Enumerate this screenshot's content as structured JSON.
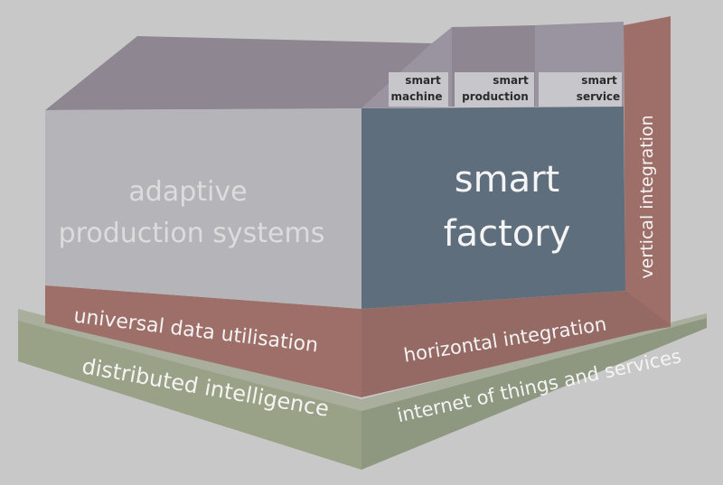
{
  "diagram": {
    "roof_labels": {
      "machine": [
        "smart",
        "machine"
      ],
      "production": [
        "smart",
        "production"
      ],
      "service": [
        "smart",
        "service"
      ]
    },
    "front_wall": [
      "adaptive",
      "production systems"
    ],
    "core": [
      "smart",
      "factory"
    ],
    "vertical": "vertical integration",
    "universal": "universal data utilisation",
    "horizontal": "horizontal integration",
    "distributed": "distributed intelligence",
    "iot": "internet of things and services"
  },
  "colors": {
    "background": "#c8c8c8",
    "front_wall": "#b5b4b8",
    "roof": "#8e8792",
    "core": "#5f6e7d",
    "integration": "#9e6f69",
    "base": "#99a287"
  }
}
